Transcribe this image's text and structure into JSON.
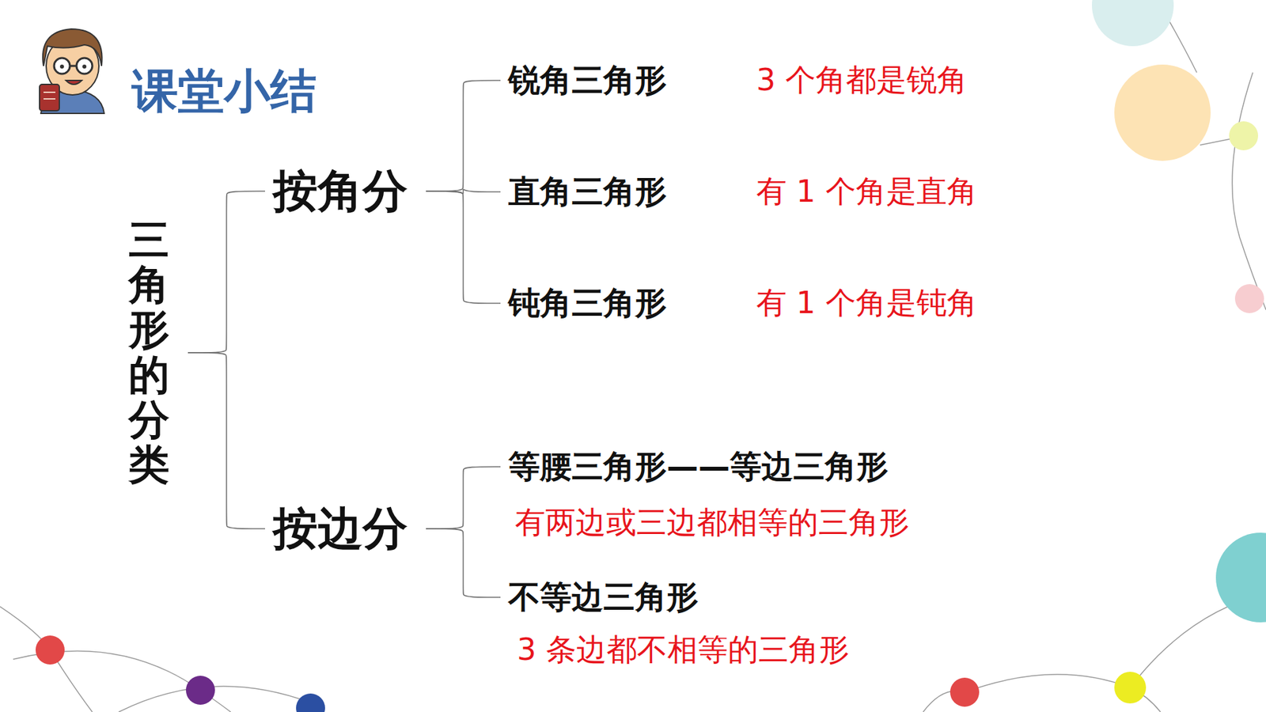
{
  "diagram": {
    "title": "课堂小结",
    "nodes": [
      {
        "text": [
          "三角形的分类"
        ]
      },
      {
        "text": [
          "按角分"
        ]
      },
      {
        "text": [
          "锐角三角形",
          "3 个角都是锐角"
        ]
      },
      {
        "text": [
          "直角三角形",
          "有 1 个角是直角"
        ]
      },
      {
        "text": [
          "钝角三角形",
          "有 1 个角是钝角"
        ]
      },
      {
        "text": [
          "按边分"
        ]
      },
      {
        "text": [
          "等腰三角形——等边三角形",
          "有两边或三边都相等的三角形"
        ]
      },
      {
        "text": [
          "不等边三角形",
          "3 条边都不相等的三角形"
        ]
      }
    ],
    "edges": [
      {
        "from": 0,
        "to": 1,
        "arrow": "none"
      },
      {
        "from": 0,
        "to": 5,
        "arrow": "none"
      },
      {
        "from": 1,
        "to": 2,
        "arrow": "none"
      },
      {
        "from": 1,
        "to": 3,
        "arrow": "none"
      },
      {
        "from": 1,
        "to": 4,
        "arrow": "none"
      },
      {
        "from": 5,
        "to": 6,
        "arrow": "none"
      },
      {
        "from": 5,
        "to": 7,
        "arrow": "none"
      }
    ]
  }
}
